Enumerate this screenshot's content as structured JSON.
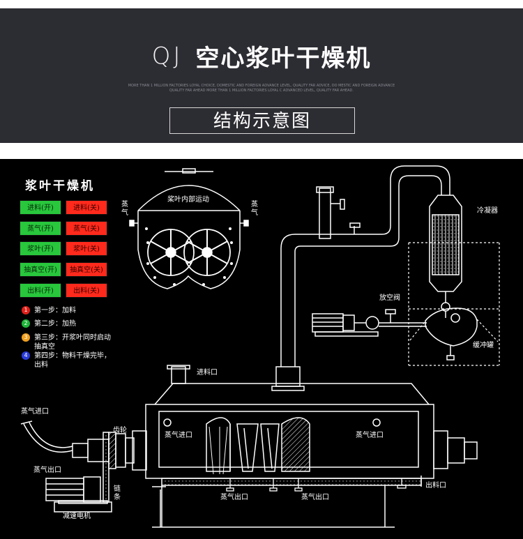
{
  "header": {
    "brand": "QJ",
    "product_name": "空心浆叶干燥机",
    "tagline": "MORE THAN 1 MILLION FACTORIES LOYAL CHOICE, DOMESTIC AND FOREIGN ADVANCE LEVEL, QUALITY FAR ADVICE, DO MESTIC AND FOREIGN ADVANCE QUALITY FAR AHEAD MORE THAN 1 MILLION FACTORIES LOYAL C ADVANCED LEVEL, QUALITY FAR AHEAD.",
    "subtitle": "结构示意图"
  },
  "panel": {
    "title": "浆叶干燥机",
    "buttons": [
      {
        "left": "进料(开)",
        "right": "进料(关)"
      },
      {
        "left": "蒸气(开)",
        "right": "蒸气(关)"
      },
      {
        "left": "浆叶(开)",
        "right": "浆叶(关)"
      },
      {
        "left": "抽真空(开)",
        "right": "抽真空(关)"
      },
      {
        "left": "出料(开)",
        "right": "出料(关)"
      }
    ],
    "steps": [
      {
        "num": "1",
        "text": "第一步：加料",
        "color": "#e0201a"
      },
      {
        "num": "2",
        "text": "第二步：加热",
        "color": "#1fb53a"
      },
      {
        "num": "3",
        "text": "第三步：开浆叶同时启动抽真空",
        "color": "#f0a020"
      },
      {
        "num": "4",
        "text": "第四步：物料干燥完毕，出料",
        "color": "#2a3cd8"
      }
    ]
  },
  "labels": {
    "inner_motion": "桨叶内部运动",
    "steam_left": "蒸气",
    "steam_right": "蒸气",
    "condenser": "冷凝器",
    "vent_valve": "放空阀",
    "buffer_tank": "缓冲罐",
    "feed_inlet": "进料口",
    "steam_inlet_outer": "蒸气进口",
    "gear": "齿轮",
    "steam_inlet_left": "蒸气进口",
    "steam_inlet_right": "蒸气进口",
    "steam_outlet_left": "蒸气出口",
    "steam_outlet_bottom_left": "蒸气出口",
    "steam_outlet_bottom_right": "蒸气出口",
    "chain": "链条",
    "reducer_motor": "减速电机",
    "discharge": "出料口"
  },
  "colors": {
    "header_bg": "#2c2c33",
    "diagram_bg": "#000000",
    "line": "#ffffff",
    "button_green": "#28c73c",
    "button_red": "#ff2a1c"
  }
}
